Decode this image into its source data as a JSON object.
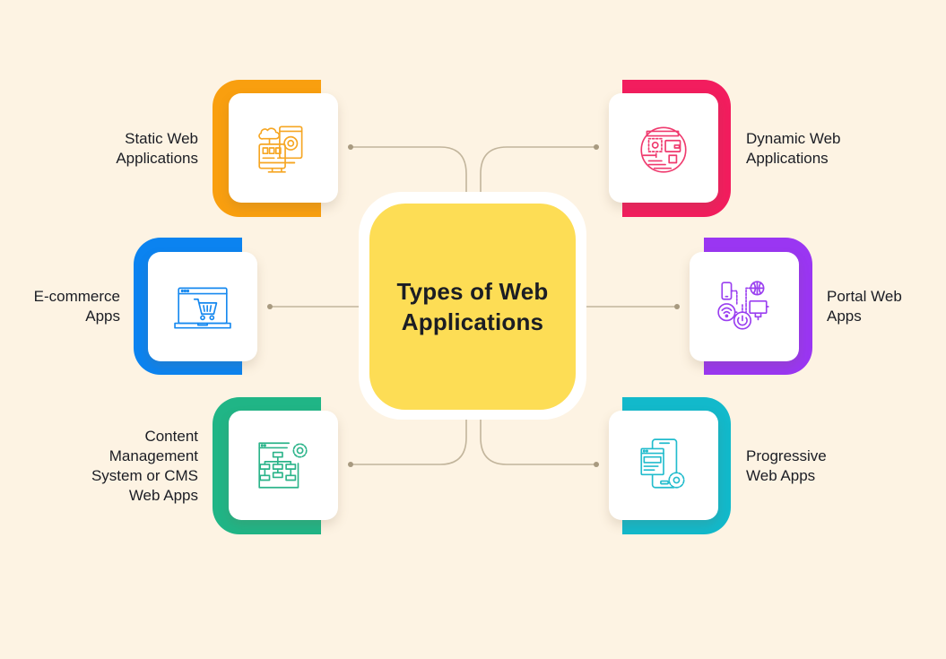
{
  "diagram": {
    "title": "Types of Web Applications",
    "title_lines": "Types of Web\nApplications",
    "background_color": "#fdf3e3",
    "center_color": "#fddd55",
    "connector_color": "#c2b59c",
    "items": [
      {
        "id": "static",
        "label": "Static Web\nApplications",
        "side": "left",
        "position": "top",
        "color": "#f99f0f",
        "icon": "server-monitor-cloud-gear-icon"
      },
      {
        "id": "dynamic",
        "label": "Dynamic Web\nApplications",
        "side": "right",
        "position": "top",
        "color": "#f21d5e",
        "icon": "dynamic-web-browser-gear-icon"
      },
      {
        "id": "ecommerce",
        "label": "E-commerce\nApps",
        "side": "left",
        "position": "middle",
        "color": "#0b83f0",
        "icon": "laptop-shopping-cart-icon"
      },
      {
        "id": "portal",
        "label": "Portal Web\nApps",
        "side": "right",
        "position": "middle",
        "color": "#9a36f2",
        "icon": "network-devices-globe-icon"
      },
      {
        "id": "cms",
        "label": "Content\nManagement\nSystem or CMS\nWeb Apps",
        "side": "left",
        "position": "bottom",
        "color": "#20b586",
        "icon": "sitemap-gear-window-icon"
      },
      {
        "id": "pwa",
        "label": "Progressive\nWeb Apps",
        "side": "right",
        "position": "bottom",
        "color": "#12b9cb",
        "icon": "mobile-app-gear-icon"
      }
    ]
  }
}
